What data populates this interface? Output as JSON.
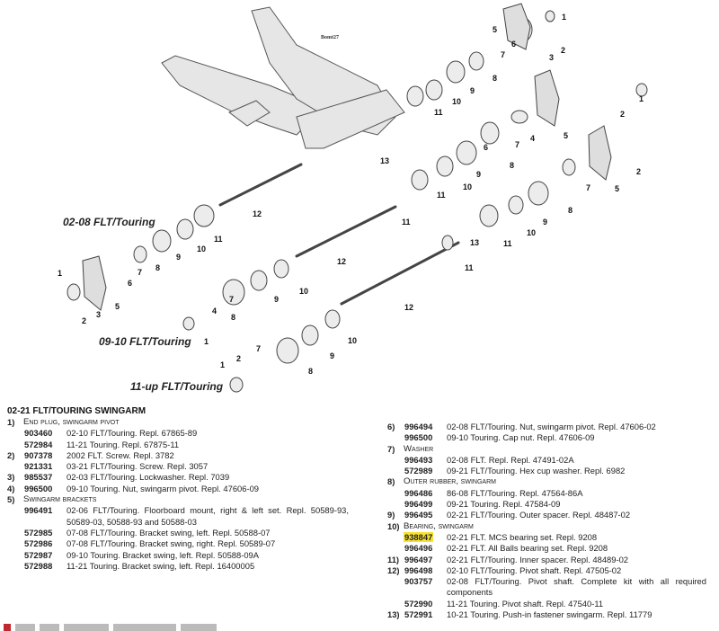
{
  "figure": {
    "id": "Bomt27",
    "variant_labels": [
      "02-08 FLT/Touring",
      "09-10 FLT/Touring",
      "11-up FLT/Touring"
    ],
    "callouts": [
      "5",
      "1",
      "2",
      "3",
      "6",
      "7",
      "8",
      "9",
      "10",
      "11",
      "1",
      "2",
      "2",
      "4",
      "5",
      "6",
      "7",
      "8",
      "9",
      "10",
      "11",
      "13",
      "12",
      "11",
      "7",
      "5",
      "8",
      "9",
      "10",
      "11",
      "13",
      "11",
      "12",
      "12",
      "1",
      "2",
      "3",
      "5",
      "6",
      "7",
      "8",
      "9",
      "10",
      "11",
      "8",
      "7",
      "4",
      "9",
      "10",
      "1",
      "2",
      "1",
      "7",
      "8",
      "9",
      "10"
    ]
  },
  "section_title": "02-21 FLT/TOURING SWINGARM",
  "left_items": [
    {
      "num": "1)",
      "label": "End plug, swingarm pivot",
      "parts": [
        {
          "pn": "903460",
          "desc": "02-10 FLT/Touring. Repl. 67865-89"
        },
        {
          "pn": "572984",
          "desc": "11-21 Touring. Repl. 67875-11"
        }
      ]
    },
    {
      "num": "2)",
      "parts": [
        {
          "pn": "907378",
          "desc": "2002 FLT. Screw. Repl. 3782"
        },
        {
          "pn": "921331",
          "desc": "03-21 FLT/Touring. Screw. Repl. 3057"
        }
      ]
    },
    {
      "num": "3)",
      "parts": [
        {
          "pn": "985537",
          "desc": "02-03 FLT/Touring. Lockwasher. Repl. 7039"
        }
      ]
    },
    {
      "num": "4)",
      "parts": [
        {
          "pn": "996500",
          "desc": "09-10 Touring. Nut, swingarm pivot. Repl. 47606-09"
        }
      ]
    },
    {
      "num": "5)",
      "label": "Swingarm brackets",
      "parts": [
        {
          "pn": "996491",
          "desc": "02-06 FLT/Touring. Floorboard mount, right & left set. Repl. 50589-93, 50589-03, 50588-93 and 50588-03"
        },
        {
          "pn": "572985",
          "desc": "07-08 FLT/Touring. Bracket swing, left. Repl. 50588-07"
        },
        {
          "pn": "572986",
          "desc": "07-08 FLT/Touring. Bracket swing, right. Repl. 50589-07"
        },
        {
          "pn": "572987",
          "desc": "09-10 Touring. Bracket swing, left. Repl. 50588-09A"
        },
        {
          "pn": "572988",
          "desc": "11-21 Touring. Bracket swing, left. Repl. 16400005"
        }
      ]
    }
  ],
  "right_items": [
    {
      "num": "6)",
      "parts": [
        {
          "pn": "996494",
          "desc": "02-08 FLT/Touring. Nut, swingarm pivot. Repl. 47606-02"
        },
        {
          "pn": "996500",
          "desc": "09-10 Touring. Cap nut. Repl. 47606-09"
        }
      ]
    },
    {
      "num": "7)",
      "label": "Washer",
      "parts": [
        {
          "pn": "996493",
          "desc": "02-08 FLT. Repl. Repl. 47491-02A"
        },
        {
          "pn": "572989",
          "desc": "09-21 FLT/Touring. Hex cup washer. Repl. 6982"
        }
      ]
    },
    {
      "num": "8)",
      "label": "Outer rubber, swingarm",
      "parts": [
        {
          "pn": "996486",
          "desc": "86-08 FLT/Touring. Repl. 47564-86A"
        },
        {
          "pn": "996499",
          "desc": "09-21 Touring. Repl. 47584-09"
        }
      ]
    },
    {
      "num": "9)",
      "parts": [
        {
          "pn": "996495",
          "desc": "02-21 FLT/Touring. Outer spacer. Repl. 48487-02"
        }
      ]
    },
    {
      "num": "10)",
      "label": "Bearing, swingarm",
      "parts": [
        {
          "pn": "938847",
          "desc": "02-21 FLT. MCS bearing set. Repl. 9208",
          "highlight": true
        },
        {
          "pn": "996496",
          "desc": "02-21 FLT. All Balls bearing set. Repl. 9208"
        }
      ]
    },
    {
      "num": "11)",
      "parts": [
        {
          "pn": "996497",
          "desc": "02-21 FLT/Touring. Inner spacer. Repl. 48489-02"
        }
      ]
    },
    {
      "num": "12)",
      "parts": [
        {
          "pn": "996498",
          "desc": "02-10 FLT/Touring. Pivot shaft. Repl. 47505-02"
        },
        {
          "pn": "903757",
          "desc": "02-08 FLT/Touring. Pivot shaft. Complete kit with all required components"
        },
        {
          "pn": "572990",
          "desc": "11-21 Touring. Pivot shaft. Repl. 47540-11"
        }
      ]
    },
    {
      "num": "13)",
      "parts": [
        {
          "pn": "572991",
          "desc": "10-21 Touring. Push-in fastener swingarm. Repl. 11779"
        }
      ]
    }
  ],
  "colors": {
    "highlight": "#f7e232"
  }
}
